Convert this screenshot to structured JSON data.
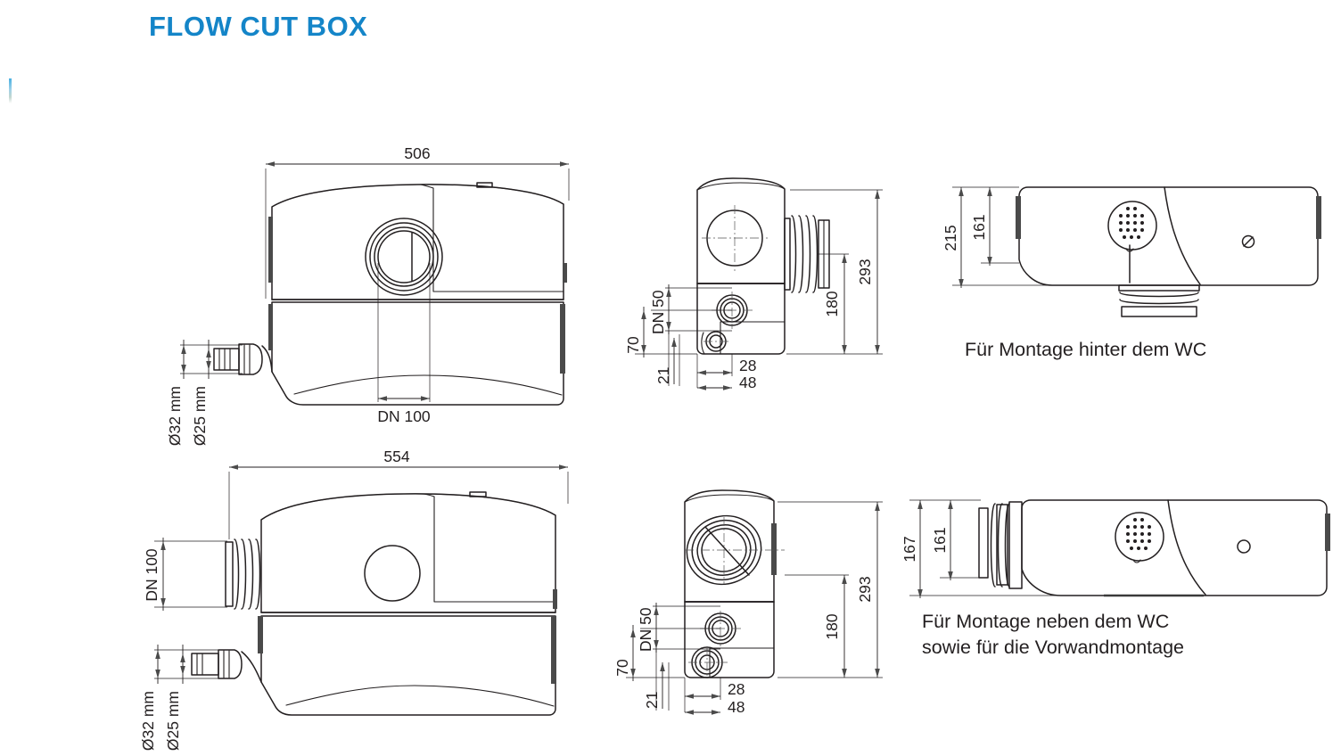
{
  "title": "FLOW CUT BOX",
  "brand_color": "#1485c8",
  "line_color": "#231f20",
  "views": {
    "top_left": {
      "name": "front-view-behind-wc",
      "dims": {
        "width": "506",
        "outlet_large": "Ø32 mm",
        "outlet_small": "Ø25 mm",
        "inlet": "DN 100"
      }
    },
    "top_middle": {
      "name": "side-view-behind-wc",
      "dims": {
        "height_total": "293",
        "height_inlet": "180",
        "port": "DN 50",
        "height_low": "70",
        "offset_small": "21",
        "offset_mid": "28",
        "offset_large": "48"
      }
    },
    "top_right": {
      "name": "top-view-behind-wc",
      "dims": {
        "depth_total": "215",
        "depth_body": "161"
      },
      "caption": "Für Montage hinter dem WC"
    },
    "bottom_left": {
      "name": "front-view-beside-wc",
      "dims": {
        "width": "554",
        "inlet": "DN 100",
        "outlet_large": "Ø32 mm",
        "outlet_small": "Ø25 mm"
      }
    },
    "bottom_middle": {
      "name": "side-view-beside-wc",
      "dims": {
        "height_total": "293",
        "height_inlet": "180",
        "port": "DN 50",
        "height_low": "70",
        "offset_small": "21",
        "offset_mid": "28",
        "offset_large": "48"
      }
    },
    "bottom_right": {
      "name": "top-view-beside-wc",
      "dims": {
        "depth_total": "167",
        "depth_body": "161"
      },
      "caption": "Für Montage neben dem WC\nsowie für die Vorwandmontage"
    }
  }
}
